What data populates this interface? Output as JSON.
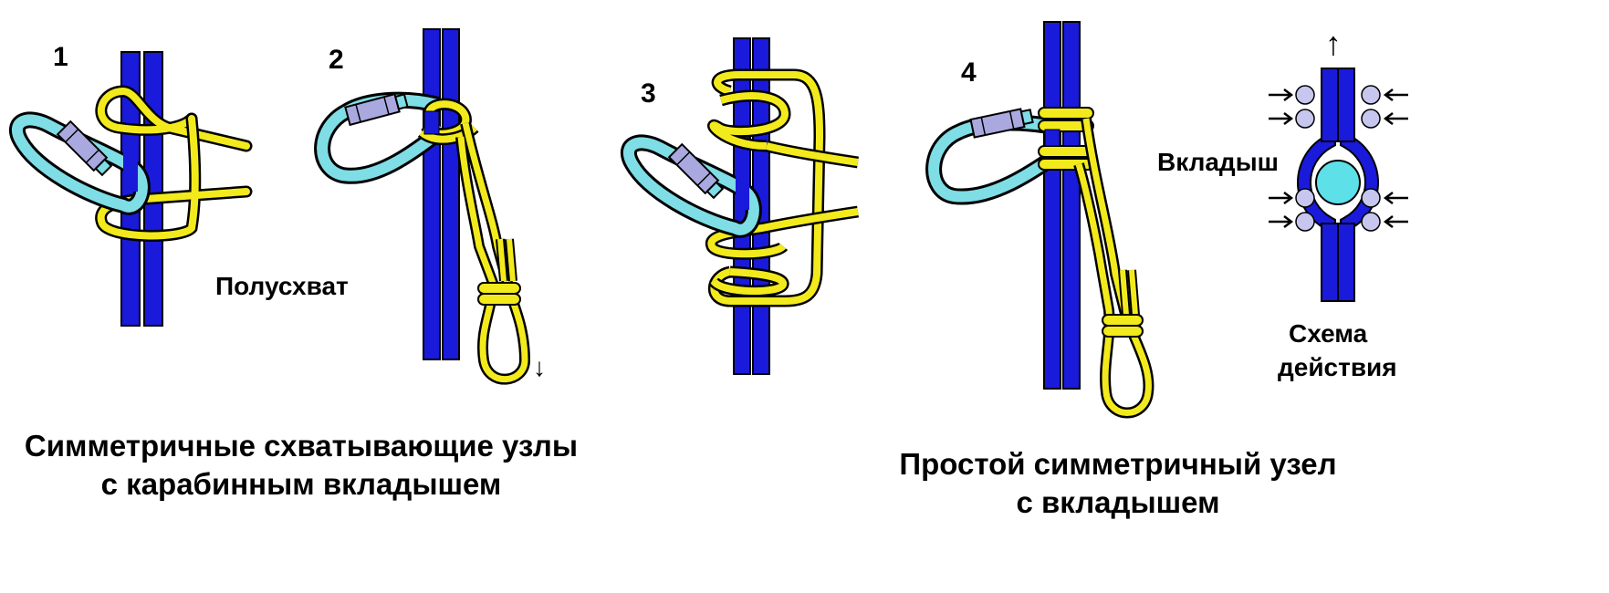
{
  "diagram": {
    "steps": [
      "1",
      "2",
      "3",
      "4"
    ],
    "labels": {
      "half_hitch": "Полусхват",
      "insert": "Вкладыш",
      "scheme_line1": "Схема",
      "scheme_line2": "действия"
    },
    "captions": {
      "left_line1": "Симметричные  схватывающие  узлы",
      "left_line2": "с  карабинным  вкладышем",
      "right_line1": "Простой  симметричный  узел",
      "right_line2": "с вкладышем"
    },
    "arrows": {
      "pull_down": "↓",
      "pull_up": "↑"
    },
    "colors": {
      "main_rope": "#1a1adb",
      "cord": "#f2ea1c",
      "carabiner": "#7fdde6",
      "gate_sleeve": "#a9a9e0",
      "roller": "#c6c6ee",
      "outline": "#000000"
    }
  }
}
